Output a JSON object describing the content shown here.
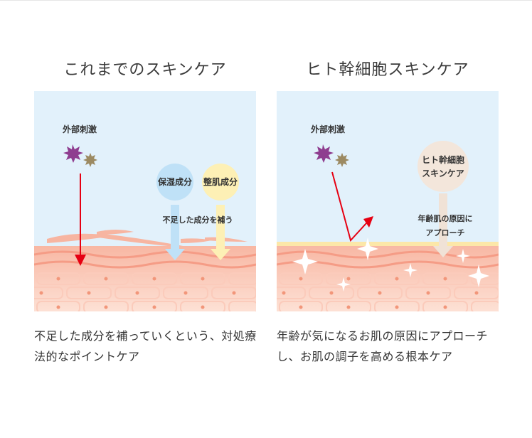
{
  "left": {
    "title": "これまでのスキンケア",
    "irritant_label": "外部刺激",
    "moisture_label": "保湿成分",
    "barrier_label": "整肌成分",
    "supplement_label": "不足した成分を補う",
    "caption": "不足した成分を補っていくという、対処療法的なポイントケア"
  },
  "right": {
    "title": "ヒト幹細胞スキンケア",
    "irritant_label": "外部刺激",
    "stemcell_label_line1": "ヒト幹細胞",
    "stemcell_label_line2": "スキンケア",
    "approach_label_line1": "年齢肌の原因に",
    "approach_label_line2": "アプローチ",
    "caption": "年齢が気になるお肌の原因にアプローチし、お肌の調子を高める根本ケア"
  },
  "colors": {
    "sky": "#e2f1fb",
    "skin_top": "#f8b9a6",
    "skin_bottom": "#fcdccf",
    "cell_dot": "#f2967a",
    "arrow_red": "#e60012",
    "irritant_purple": "#8e3d8f",
    "irritant_brown": "#9c8a62",
    "moisture_blue": "#bfe1f7",
    "barrier_yellow": "#fdf0b5",
    "stemcell_beige": "#f3e6db",
    "barrier_band": "#fce7a8"
  }
}
